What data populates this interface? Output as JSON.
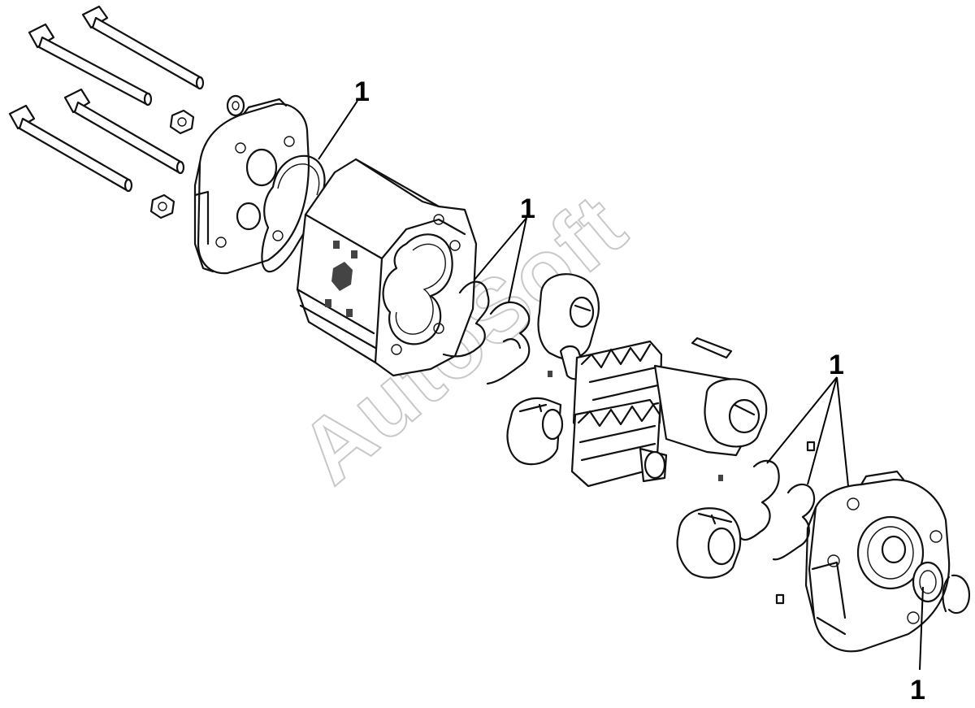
{
  "diagram": {
    "callouts": [
      "1",
      "1",
      "1",
      "1"
    ],
    "watermark": "AutoSoft"
  }
}
